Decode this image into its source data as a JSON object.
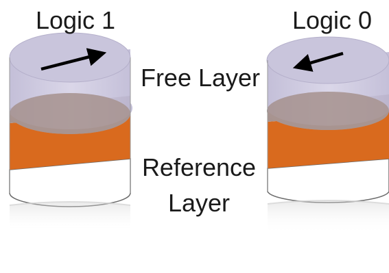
{
  "left_cell": {
    "title": "Logic 1",
    "free_layer_arrow": "right-arrow"
  },
  "right_cell": {
    "title": "Logic 0",
    "free_layer_arrow": "left-arrow"
  },
  "labels": {
    "free_layer": "Free Layer",
    "reference_layer_line1": "Reference",
    "reference_layer_line2": "Layer"
  },
  "colors": {
    "free_layer": "#c9c5dc",
    "tunnel_barrier": "#a7938f",
    "reference_layer": "#d96a1e",
    "bottom_layer": "#ffffff",
    "arrow": "#000000"
  }
}
